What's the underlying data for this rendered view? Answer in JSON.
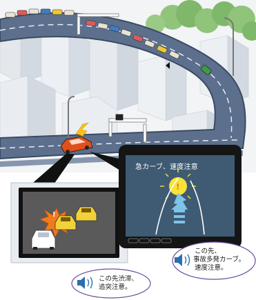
{
  "screen_right": {
    "title": "急カーブ、速度注意"
  },
  "bubble_right": {
    "line1": "この先、",
    "line2": "事故多発カーブ。",
    "line3": "速度注意。"
  },
  "bubble_left": {
    "line1": "この先渋滞、",
    "line2": "追突注意。"
  },
  "colors": {
    "sky": "#ffffff",
    "road": "#5c6f8c",
    "road_edge": "#3b4a63",
    "lane_line": "#e7eef6",
    "building_light": "#e9edf2",
    "building_shade": "#cfd6de",
    "tree_green": "#7fb86a",
    "monitor_frame": "#151515",
    "screen_bg": "#5a5a5a",
    "screen_bg_right": "#3f5a73",
    "bubble_border": "#6a4d9c",
    "speaker_blue": "#2b6fb2",
    "warning_yellow": "#f7e23b",
    "crash_orange": "#f07a1d",
    "car_red": "#e0501e",
    "car_yellow": "#f2d23a",
    "car_white": "#ffffff",
    "arrow_blue": "#7ec4e8"
  },
  "icons": [
    "speaker-icon",
    "warning-icon",
    "lightning-icon",
    "curve-arrow-icon"
  ]
}
